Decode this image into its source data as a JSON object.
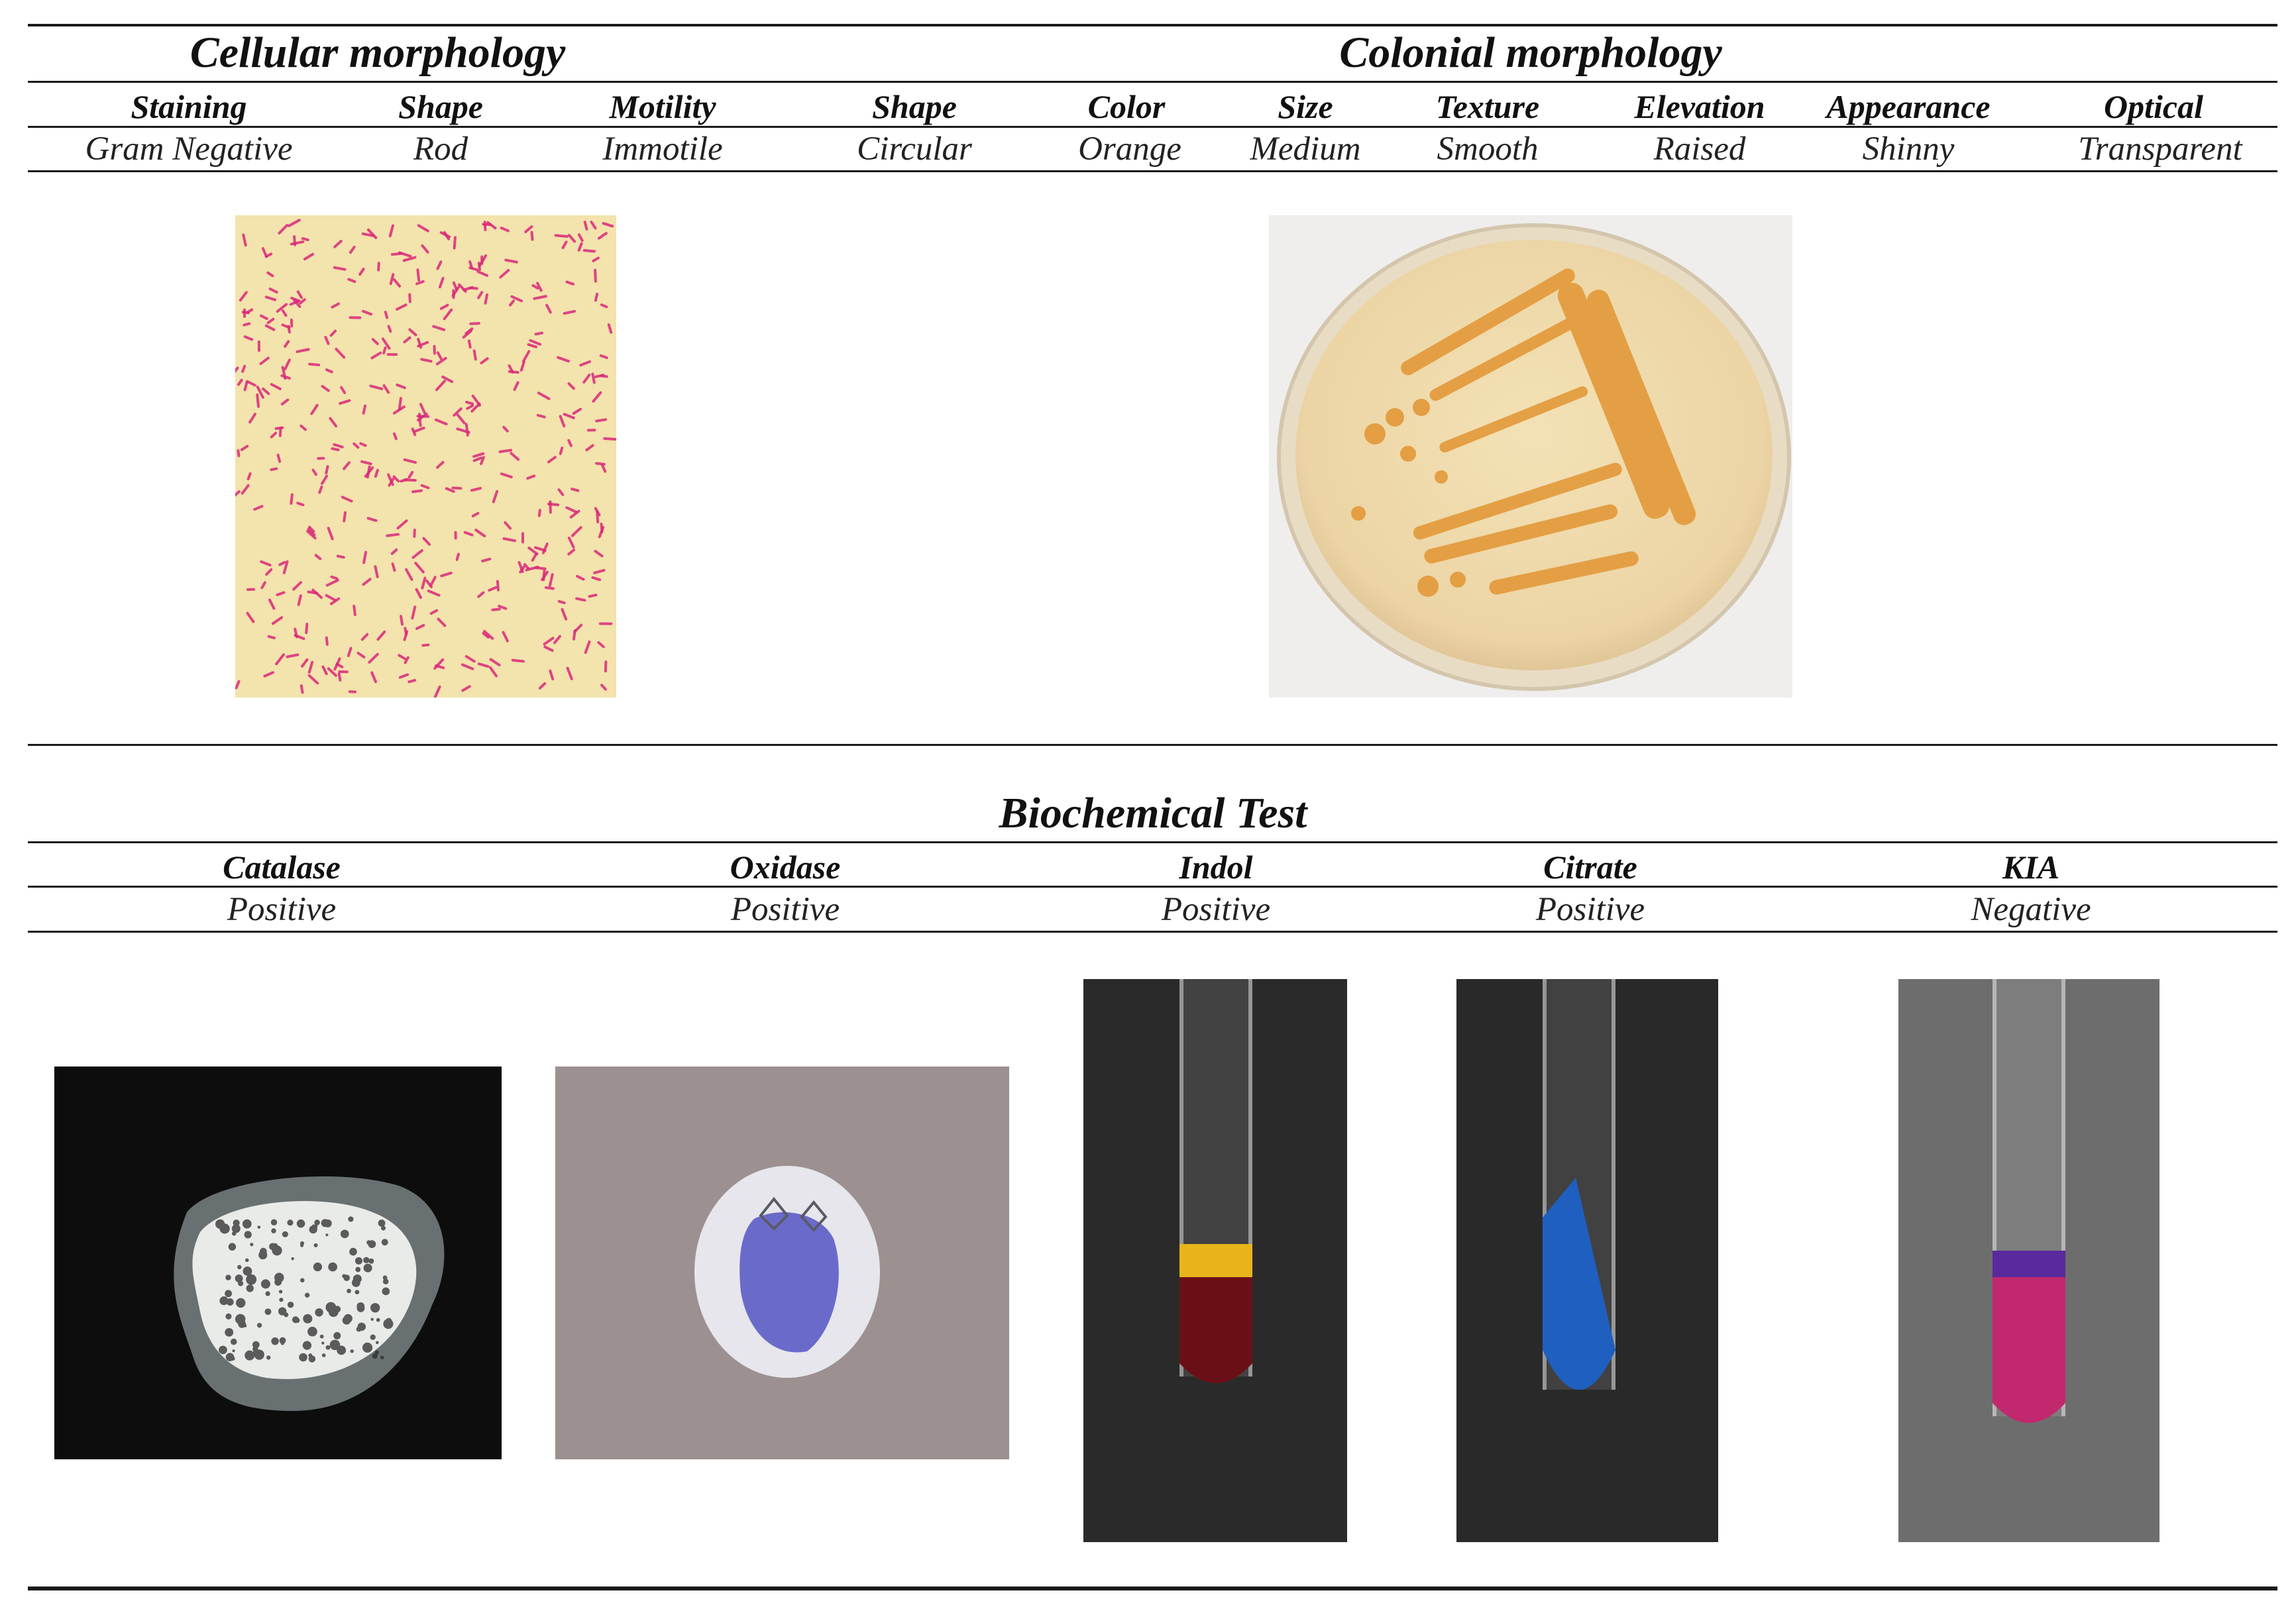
{
  "sections": {
    "cellular": "Cellular morphology",
    "colonial": "Colonial morphology",
    "biochemical": "Biochemical Test"
  },
  "morphology": {
    "headers": [
      "Staining",
      "Shape",
      "Motility",
      "Shape",
      "Color",
      "Size",
      "Texture",
      "Elevation",
      "Appearance",
      "Optical"
    ],
    "values": [
      "Gram Negative",
      "Rod",
      "Immotile",
      "Circular",
      "Orange",
      "Medium",
      "Smooth",
      "Raised",
      "Shinny",
      "Transparent"
    ]
  },
  "biochemical": {
    "headers": [
      "Catalase",
      "Oxidase",
      "Indol",
      "Citrate",
      "KIA"
    ],
    "values": [
      "Positive",
      "Positive",
      "Positive",
      "Positive",
      "Negative"
    ]
  },
  "figures": [
    {
      "name": "gram-stain-micrograph",
      "colors": [
        "#f3e3ac",
        "#d8287a"
      ]
    },
    {
      "name": "petri-dish-orange-colonies",
      "colors": [
        "#eed9ad",
        "#e39a3b"
      ]
    },
    {
      "name": "catalase-bubbles-photo",
      "colors": [
        "#0d0d0d",
        "#f2f2ee"
      ]
    },
    {
      "name": "oxidase-strip-photo",
      "colors": [
        "#9a8f8e",
        "#4f4fc2"
      ]
    },
    {
      "name": "indol-tube-photo",
      "colors": [
        "#2b2b2b",
        "#e8b41c",
        "#6b0f16"
      ]
    },
    {
      "name": "citrate-tube-photo",
      "colors": [
        "#2a2a2a",
        "#1f5fbf"
      ]
    },
    {
      "name": "kia-tube-photo",
      "colors": [
        "#6e6e6e",
        "#c2286e"
      ]
    }
  ]
}
